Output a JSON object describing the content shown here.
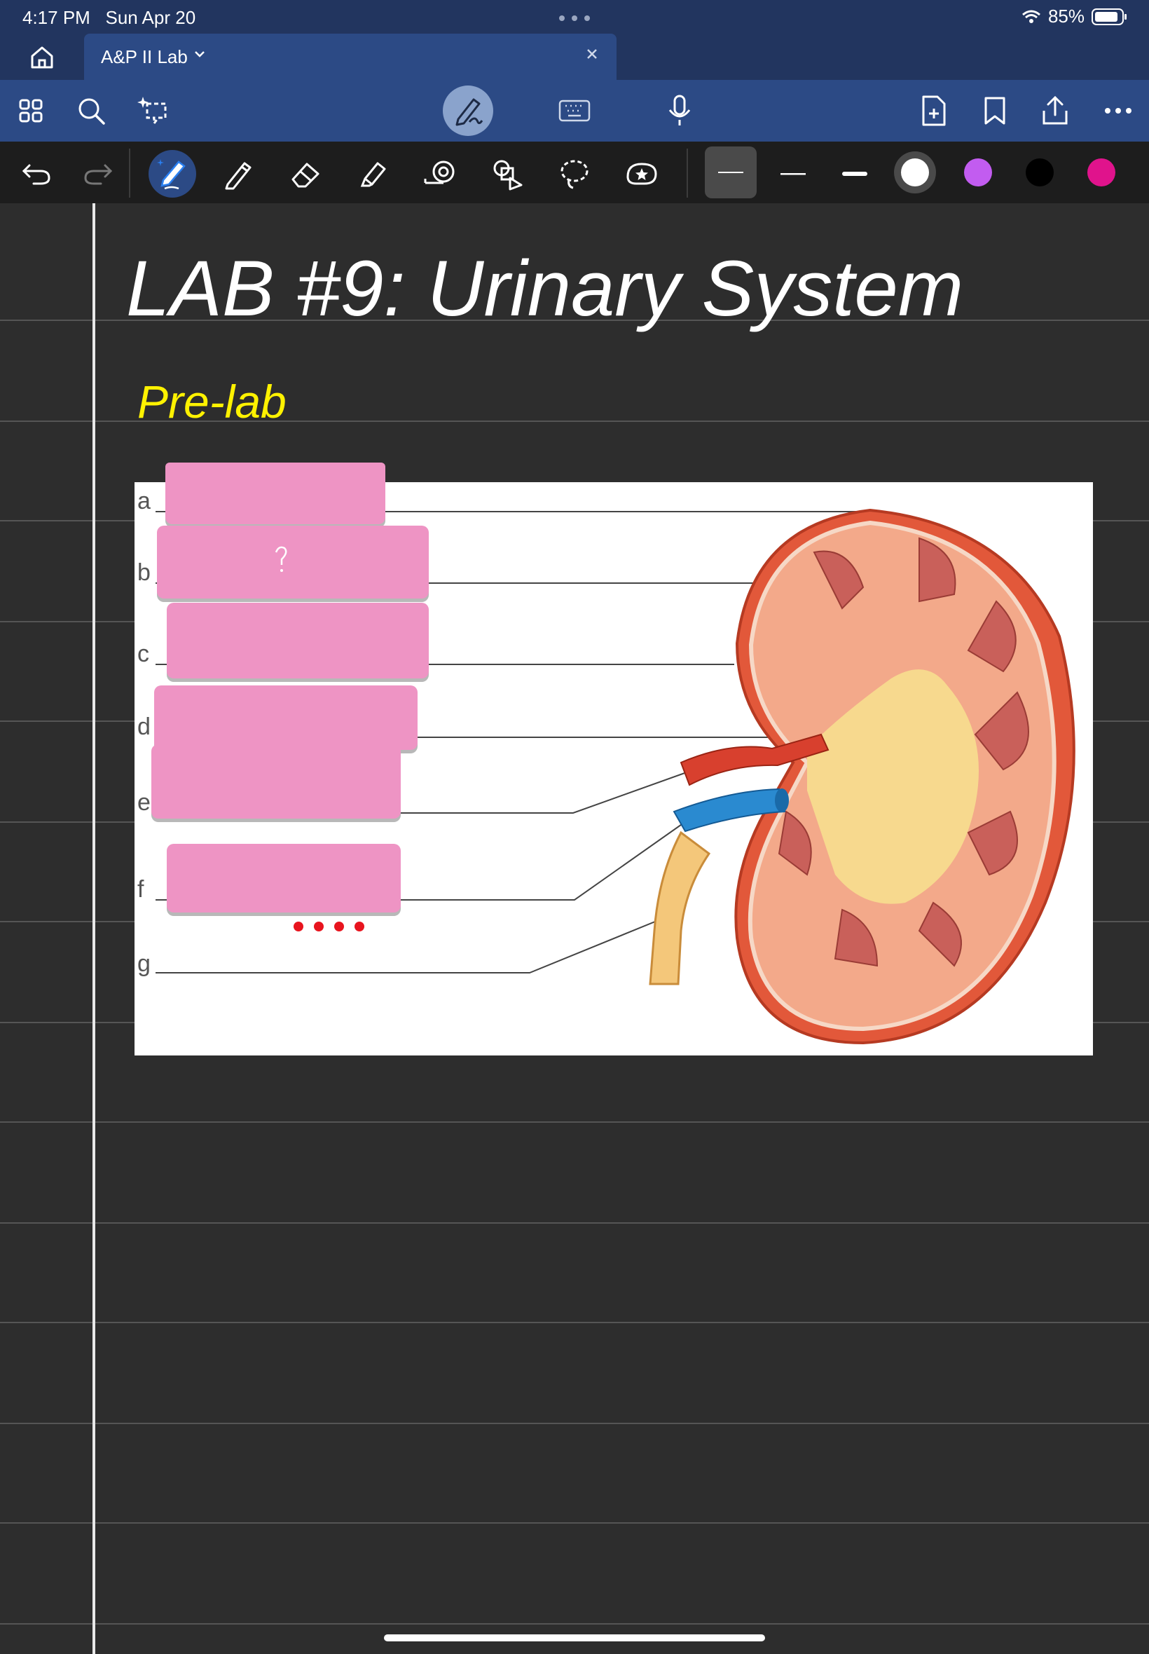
{
  "status": {
    "time": "4:17 PM",
    "date": "Sun Apr 20",
    "battery": "85%"
  },
  "tab": {
    "title": "A&P II Lab"
  },
  "handwriting": {
    "title": "LAB #9: Urinary System",
    "subtitle": "Pre-lab"
  },
  "diagram": {
    "labels": [
      "a",
      "b",
      "c",
      "d",
      "e",
      "f",
      "g"
    ]
  },
  "tools": {
    "colors": {
      "white": "#ffffff",
      "purple": "#c25cf0",
      "black": "#000000",
      "magenta": "#e0138c",
      "highlight": "#ffff00"
    }
  }
}
